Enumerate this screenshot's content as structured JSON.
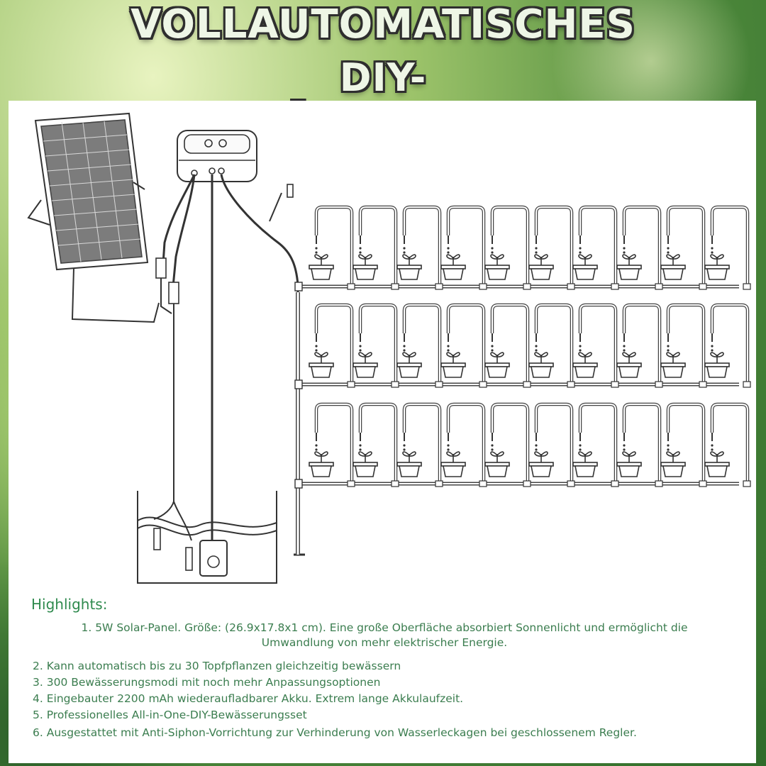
{
  "title": {
    "line1": "VOLLAUTOMATISCHES",
    "line2": "DIY-TROPFBEWÄSSERUNGSSYSTEM"
  },
  "colors": {
    "title_fill": "#eef6e6",
    "title_outline": "#2e2e2e",
    "highlight_text": "#3b7d4f",
    "line_art": "#333333"
  },
  "diagram": {
    "components": [
      "solar-panel-icon",
      "pump-controller-icon",
      "water-container-icon",
      "plant-pot-icon"
    ],
    "pot_rows": 3,
    "pots_per_row": 10
  },
  "highlights": {
    "heading": "Highlights:",
    "items": [
      "1. 5W Solar-Panel. Größe: (26.9x17.8x1 cm). Eine große Oberfläche absorbiert Sonnenlicht und ermöglicht die Umwandlung von mehr elektrischer Energie.",
      "2. Kann automatisch bis zu 30 Topfpflanzen gleichzeitig bewässern",
      "3. 300 Bewässerungsmodi mit noch mehr Anpassungsoptionen",
      "4. Eingebauter 2200 mAh wiederaufladbarer Akku. Extrem lange Akkulaufzeit.",
      "5. Professionelles All-in-One-DIY-Bewässerungsset",
      "6. Ausgestattet mit Anti-Siphon-Vorrichtung zur Verhinderung von Wasserleckagen bei geschlossenem Regler."
    ]
  }
}
